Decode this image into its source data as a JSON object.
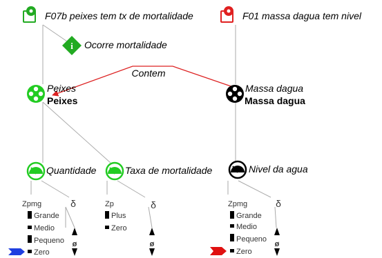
{
  "scenarios": {
    "left": {
      "label": "F07b peixes tem tx de mortalidade",
      "color": "#22aa22"
    },
    "right": {
      "label": "F01 massa dagua tem nivel",
      "color": "#e02020"
    }
  },
  "process": {
    "label": "Ocorre mortalidade",
    "color": "#22aa22"
  },
  "relation": {
    "label": "Contem",
    "color": "#dd2222"
  },
  "entities": {
    "peixes": {
      "italic_label": "Peixes",
      "bold_label": "Peixes",
      "color": "#22cc22"
    },
    "massa": {
      "italic_label": "Massa dagua",
      "bold_label": "Massa dagua",
      "color": "#000000"
    }
  },
  "quantities": {
    "quantidade": {
      "label": "Quantidade",
      "color": "#22cc22",
      "space_name": "Zpmg",
      "values": [
        "Grande",
        "Medio",
        "Pequeno",
        "Zero"
      ],
      "delta": "δ",
      "derivative_zero": "ø",
      "current_value": "Zero",
      "marker_color": "#1f3fe0"
    },
    "taxa": {
      "label": "Taxa de mortalidade",
      "color": "#22cc22",
      "space_name": "Zp",
      "values": [
        "Plus",
        "Zero"
      ],
      "delta": "δ",
      "derivative_zero": "ø"
    },
    "nivel": {
      "label": "Nivel da agua",
      "color": "#000000",
      "space_name": "Zpmg",
      "values": [
        "Grande",
        "Medio",
        "Pequeno",
        "Zero"
      ],
      "delta": "δ",
      "derivative_zero": "ø",
      "current_value": "Zero",
      "marker_color": "#e01010"
    }
  }
}
